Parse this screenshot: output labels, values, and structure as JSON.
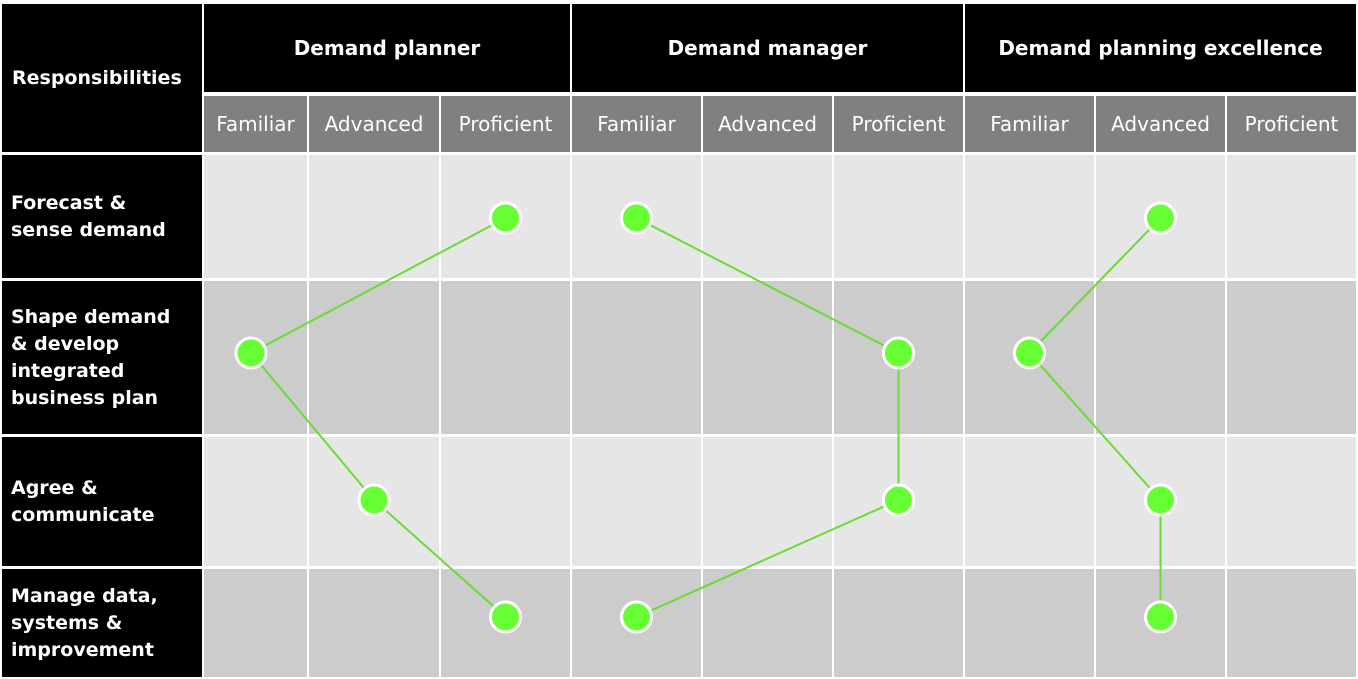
{
  "header": {
    "responsibilities_label": "Responsibilities",
    "roles": [
      "Demand planner",
      "Demand manager",
      "Demand planning excellence"
    ],
    "levels": [
      "Familiar",
      "Advanced",
      "Proficient"
    ]
  },
  "rows": [
    {
      "label": "Forecast &\nsense demand"
    },
    {
      "label": "Shape demand\n& develop\nintegrated\nbusiness plan"
    },
    {
      "label": "Agree &\ncommunicate"
    },
    {
      "label": "Manage data,\nsystems &\nimprovement"
    }
  ],
  "paths": [
    {
      "role": "Demand planner",
      "points": [
        {
          "row": 0,
          "level": "Proficient"
        },
        {
          "row": 1,
          "level": "Familiar"
        },
        {
          "row": 2,
          "level": "Advanced"
        },
        {
          "row": 3,
          "level": "Proficient"
        }
      ]
    },
    {
      "role": "Demand manager",
      "points": [
        {
          "row": 0,
          "level": "Familiar"
        },
        {
          "row": 1,
          "level": "Proficient"
        },
        {
          "row": 2,
          "level": "Proficient"
        },
        {
          "row": 3,
          "level": "Familiar"
        }
      ]
    },
    {
      "role": "Demand planning excellence",
      "points": [
        {
          "row": 0,
          "level": "Advanced"
        },
        {
          "row": 1,
          "level": "Familiar"
        },
        {
          "row": 2,
          "level": "Advanced"
        },
        {
          "row": 3,
          "level": "Advanced"
        }
      ]
    }
  ],
  "colors": {
    "header_bg": "#000000",
    "level_bg": "#808080",
    "row_light": "#e6e6e6",
    "row_dark": "#cccccc",
    "marker": "#66ff33",
    "line": "#66dd33",
    "grid": "#ffffff"
  }
}
